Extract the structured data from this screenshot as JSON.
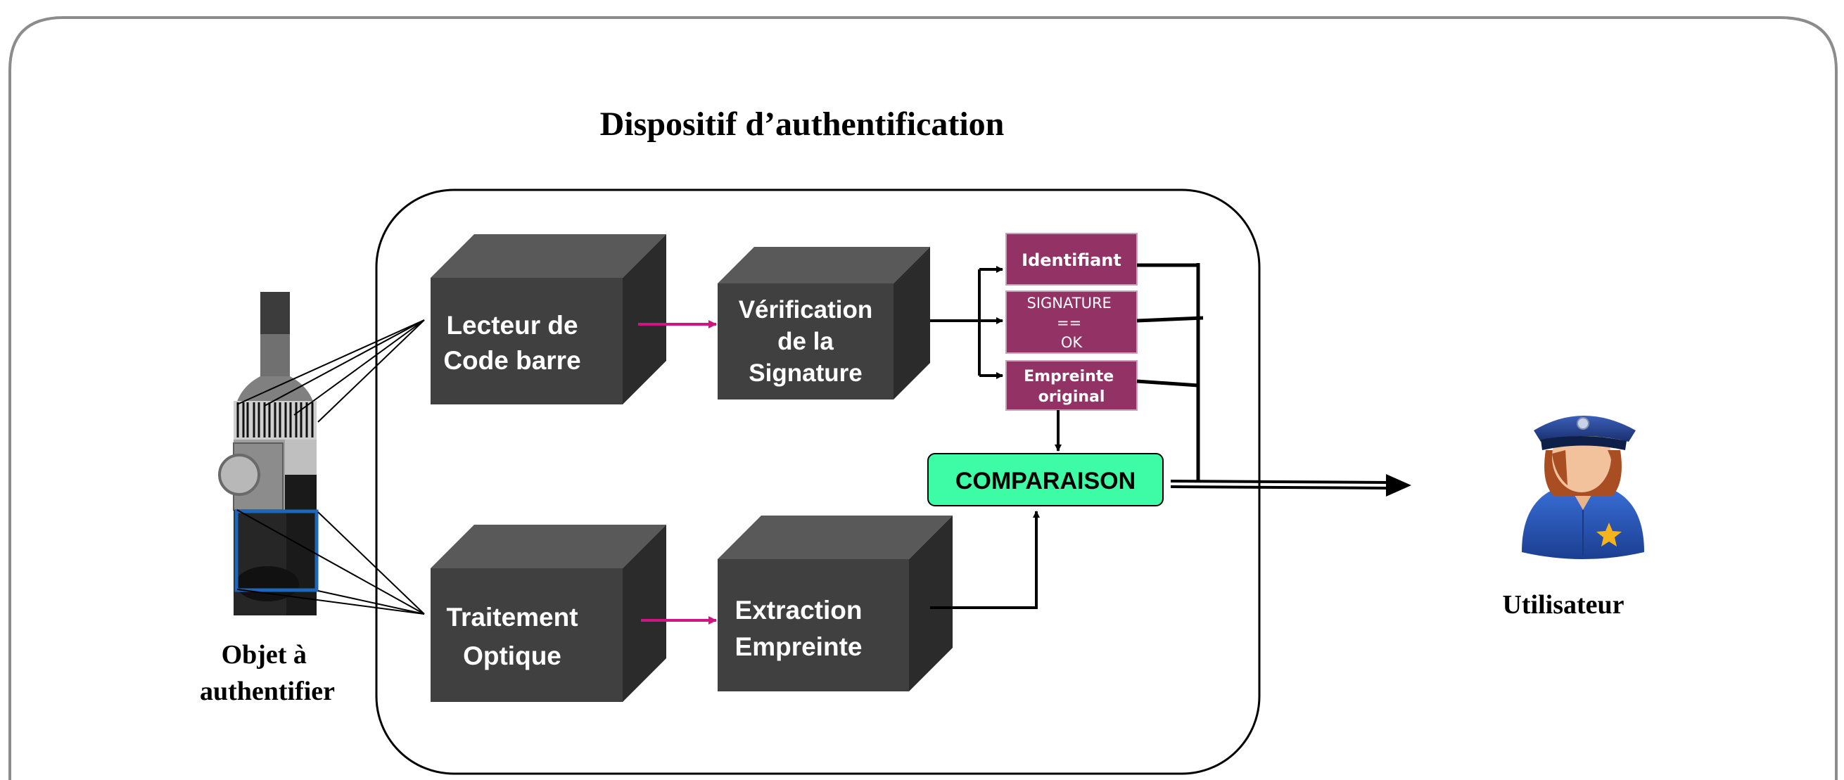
{
  "title": "Dispositif d’authentification",
  "object": {
    "label_line1": "Objet à",
    "label_line2": "authentifier"
  },
  "user": {
    "label": "Utilisateur",
    "icon": "police-officer-icon"
  },
  "blocks": {
    "barcode_reader": {
      "line1": "Lecteur de",
      "line2": "Code barre"
    },
    "signature_check": {
      "line1": "Vérification",
      "line2": "de la",
      "line3": "Signature"
    },
    "optical_processing": {
      "line1": "Traitement",
      "line2": "Optique"
    },
    "fingerprint_extraction": {
      "line1": "Extraction",
      "line2": "Empreinte"
    }
  },
  "outputs": {
    "identifier": "Identifiant",
    "signature_ok": {
      "line1": "SIGNATURE",
      "line2": "==",
      "line3": "OK"
    },
    "original_print": {
      "line1": "Empreinte",
      "line2": "original"
    }
  },
  "comparison": "COMPARAISON",
  "colors": {
    "block_front": "#404040",
    "block_top": "#595959",
    "block_side": "#2b2b2b",
    "output_box": "#933264",
    "comparison_box": "#3dfca5",
    "arrow_magenta": "#d0157f",
    "frame": "#8c8c8c"
  }
}
